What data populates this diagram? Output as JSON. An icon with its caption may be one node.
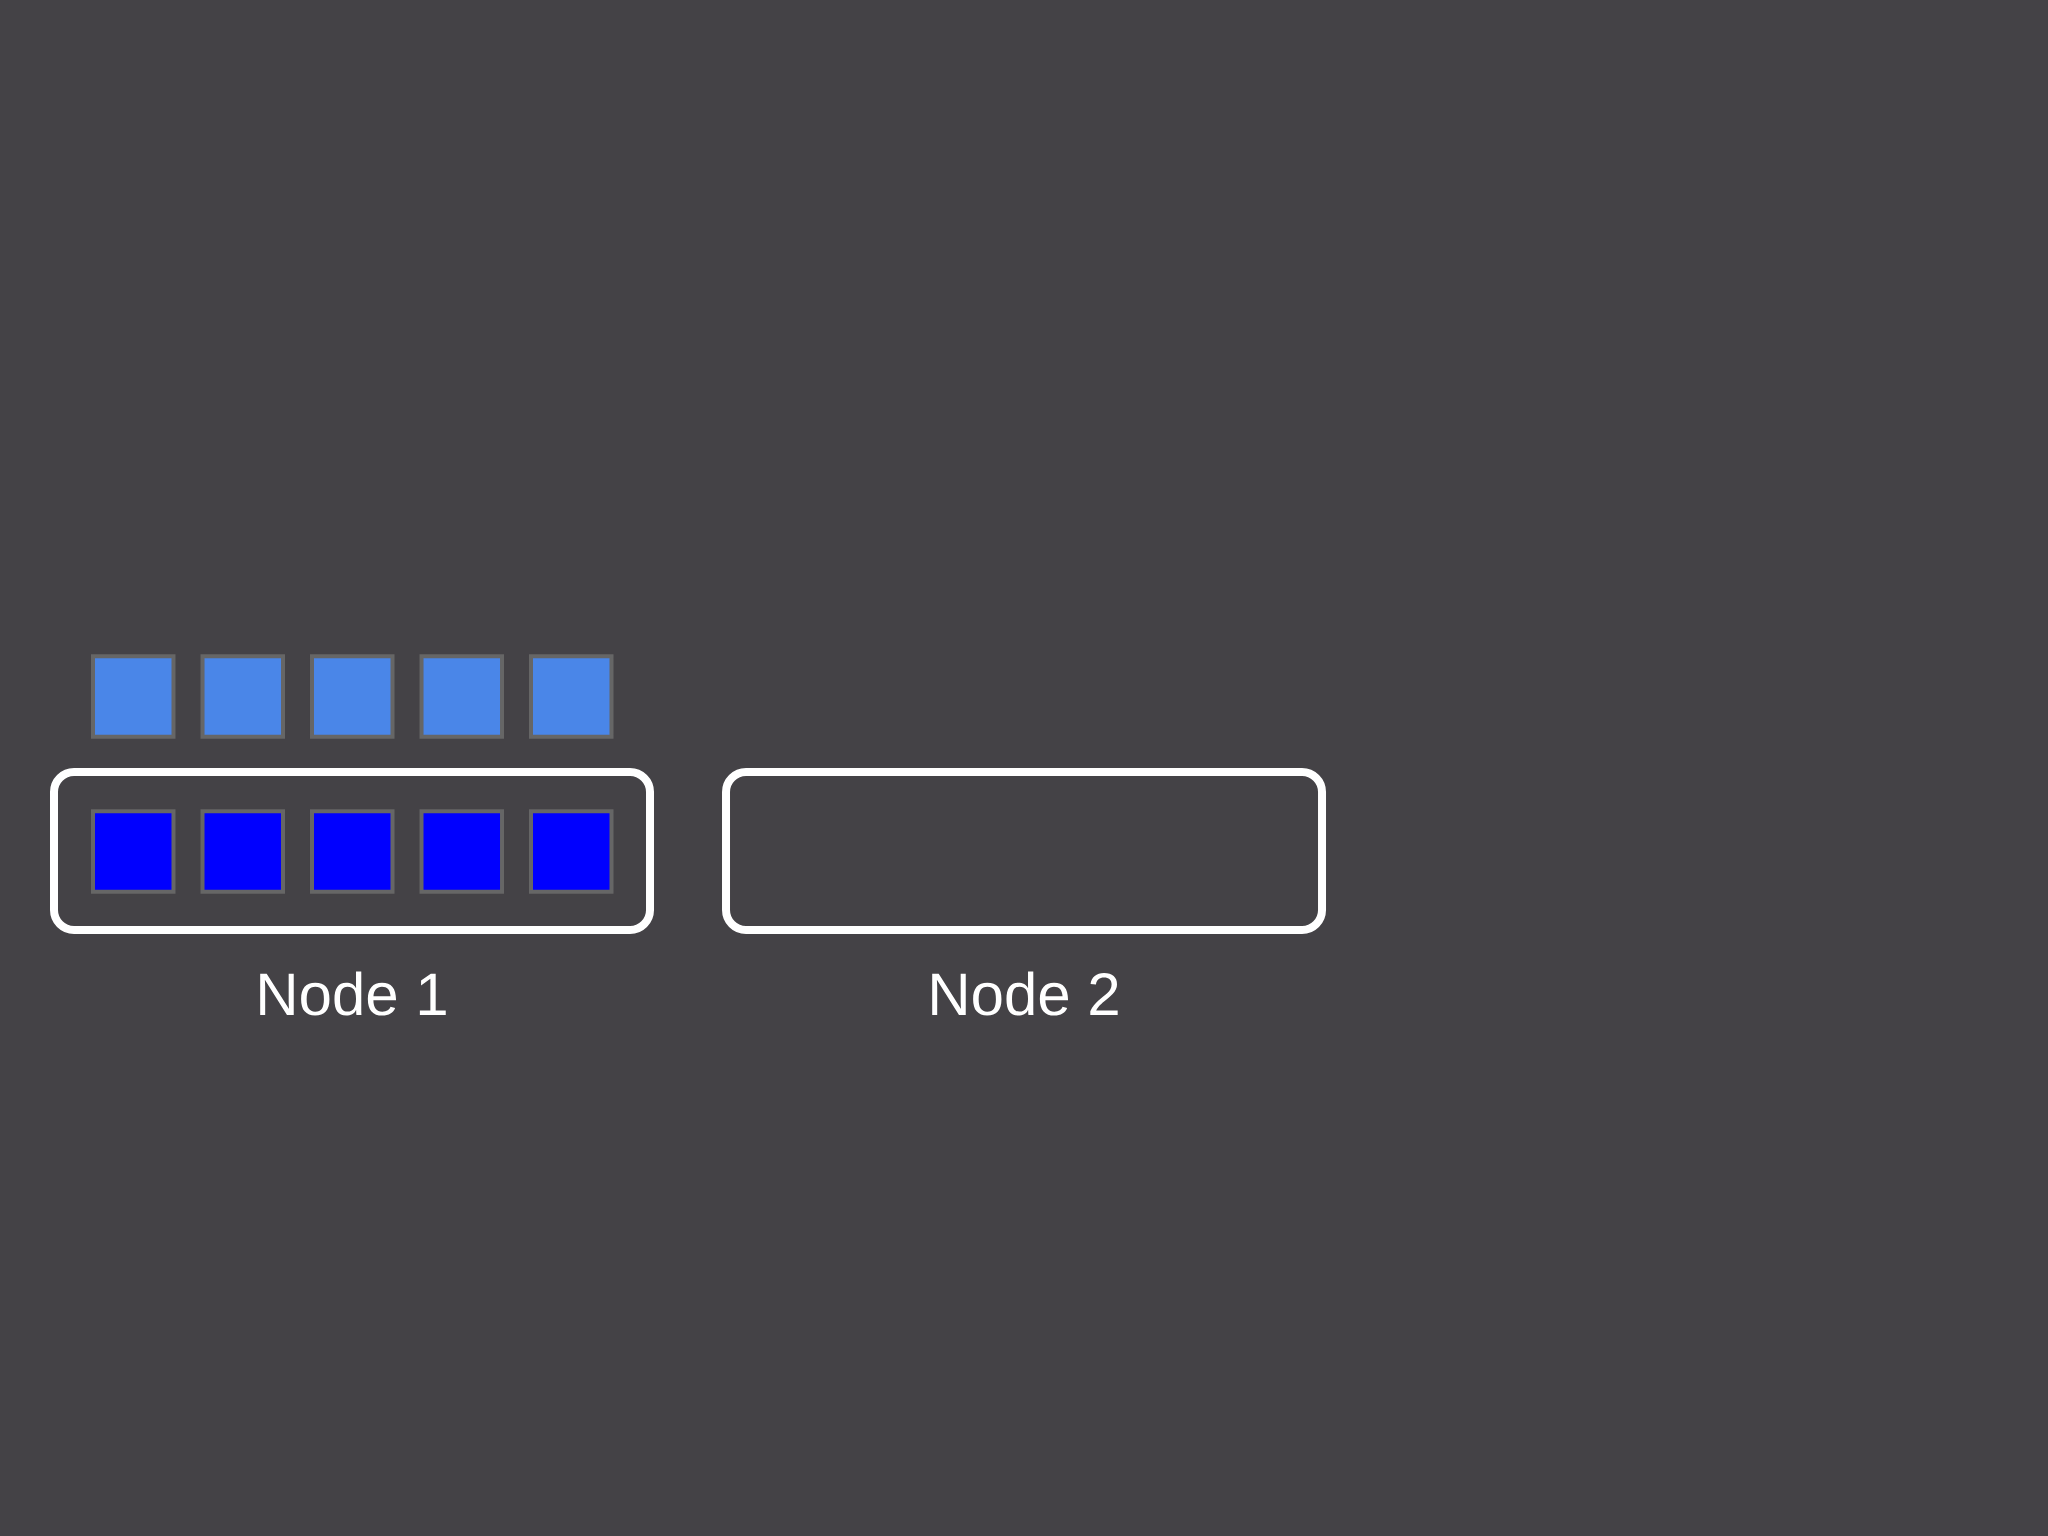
{
  "diagram": {
    "nodes": [
      {
        "text": [],
        "shape": "box"
      },
      {
        "text": [],
        "shape": "box"
      },
      {
        "text": [],
        "shape": "box"
      },
      {
        "text": [],
        "shape": "box"
      },
      {
        "text": [],
        "shape": "box"
      },
      {
        "text": [
          "Node 1"
        ]
      },
      {
        "text": [],
        "shape": "box",
        "in": 5
      },
      {
        "text": [],
        "shape": "box",
        "in": 5
      },
      {
        "text": [],
        "shape": "box",
        "in": 5
      },
      {
        "text": [],
        "shape": "box",
        "in": 5
      },
      {
        "text": [],
        "shape": "box",
        "in": 5
      },
      {
        "text": [
          "Node 2"
        ]
      }
    ]
  }
}
